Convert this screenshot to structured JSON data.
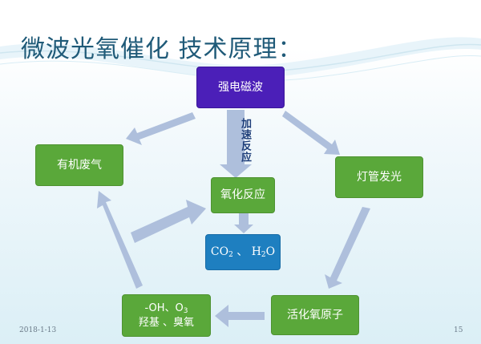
{
  "slide": {
    "title": "微波光氧催化 技术原理：",
    "footer_date": "2018-1-13",
    "page_number": "15"
  },
  "diagram": {
    "nodes": {
      "em_wave": "强电磁波",
      "organic_gas": "有机废气",
      "lamp": "灯管发光",
      "oxidation": "氧化反应",
      "products": {
        "co2": "CO",
        "co2_sub": "2",
        "sep": " 、 ",
        "h2o": "H",
        "h2o_sub": "2",
        "h2o_tail": "O"
      },
      "radicals": {
        "line1_a": "-OH、O",
        "line1_sub": "3",
        "line2": "羟基 、臭氧"
      },
      "active_oxygen": "活化氧原子"
    },
    "arrow_label": "加速反应",
    "colors": {
      "green": "#5aa83a",
      "blue": "#1e7fc0",
      "purple": "#4b1fb8",
      "arrow": "#aebfdc",
      "title": "#1f5a78"
    }
  }
}
